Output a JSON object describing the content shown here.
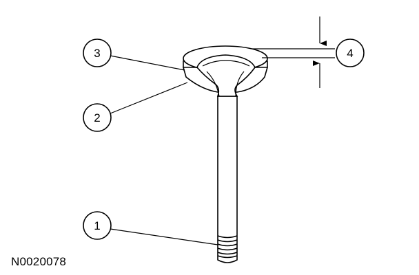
{
  "figure_id": "N0020078",
  "callouts": [
    {
      "label": "1"
    },
    {
      "label": "2"
    },
    {
      "label": "3"
    },
    {
      "label": "4"
    }
  ],
  "colors": {
    "line": "#000000",
    "background": "#ffffff"
  }
}
